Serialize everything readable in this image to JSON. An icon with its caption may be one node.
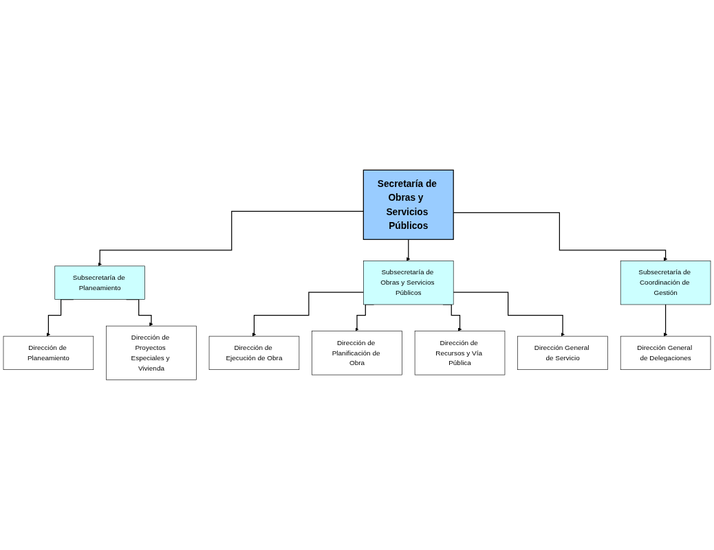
{
  "diagram": {
    "nodes": [
      {
        "text": [
          "Secretaría de Obras y  Servicios Públicos"
        ]
      },
      {
        "text": [
          "Subsecretaría de Planeamiento"
        ]
      },
      {
        "text": [
          "Subsecretaría de Obras y Servicios Públicos"
        ]
      },
      {
        "text": [
          "Subsecretaría de Coordinación de Gestión"
        ]
      },
      {
        "text": [
          "Dirección de Planeamiento"
        ]
      },
      {
        "text": [
          "Dirección de Proyectos Especiales y Vivienda"
        ]
      },
      {
        "text": [
          "Dirección de Ejecución de Obra"
        ]
      },
      {
        "text": [
          "Dirección de Planificación de Obra"
        ]
      },
      {
        "text": [
          "Dirección de Recursos y Vía Pública"
        ]
      },
      {
        "text": [
          "Dirección General de Servicio"
        ]
      },
      {
        "text": [
          "Dirección General de Delegaciones"
        ]
      }
    ],
    "edges": [
      {
        "from": 0,
        "to": 1,
        "arrow": "to"
      },
      {
        "from": 0,
        "to": 2,
        "arrow": "to"
      },
      {
        "from": 0,
        "to": 3,
        "arrow": "to"
      },
      {
        "from": 1,
        "to": 4,
        "arrow": "to"
      },
      {
        "from": 1,
        "to": 5,
        "arrow": "to"
      },
      {
        "from": 2,
        "to": 6,
        "arrow": "to"
      },
      {
        "from": 2,
        "to": 7,
        "arrow": "to"
      },
      {
        "from": 2,
        "to": 8,
        "arrow": "to"
      },
      {
        "from": 2,
        "to": 9,
        "arrow": "to"
      },
      {
        "from": 3,
        "to": 10,
        "arrow": "to"
      }
    ]
  }
}
